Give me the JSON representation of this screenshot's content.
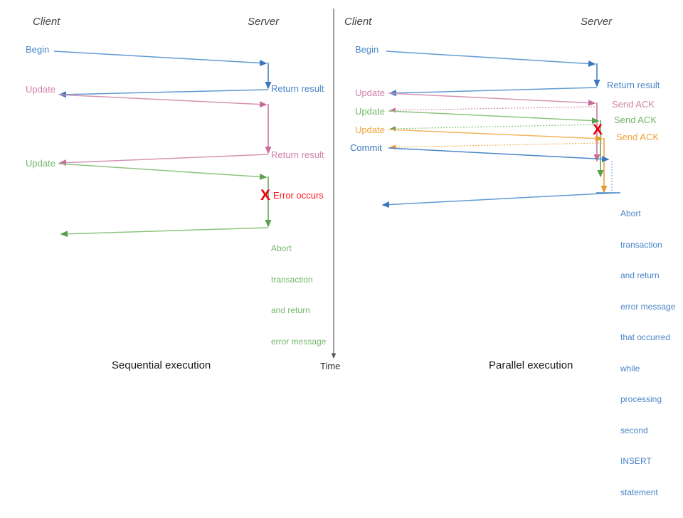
{
  "figure": {
    "type": "sequence-diagram",
    "title_left": "Sequential execution",
    "title_right": "Parallel execution",
    "time_axis_label": "Time",
    "colors": {
      "blue": "#4a86c8",
      "blue_dark": "#3a77bd",
      "pink": "#d181a8",
      "green": "#74b76a",
      "green_dark": "#5a9e4f",
      "orange": "#f0a33c",
      "red": "#e8000d",
      "header_gray": "#444444",
      "axis_gray": "#555555"
    }
  },
  "left_panel": {
    "name": "Sequential execution",
    "actors": {
      "client": "Client",
      "server": "Server"
    },
    "caption": "Sequential execution",
    "messages": [
      {
        "label": "Begin",
        "color_key": "blue",
        "direction": "client-to-server"
      },
      {
        "label": "Return result",
        "color_key": "blue",
        "direction": "server-to-client"
      },
      {
        "label": "Update",
        "color_key": "pink",
        "direction": "client-to-server"
      },
      {
        "label": "Return result",
        "color_key": "pink",
        "direction": "server-to-client"
      },
      {
        "label": "Update",
        "color_key": "green",
        "direction": "client-to-server"
      },
      {
        "label": "Abort transaction and return error message",
        "color_key": "green",
        "direction": "server-to-client"
      }
    ],
    "error": {
      "marker": "X",
      "label": "Error occurs"
    },
    "abort_note_lines": [
      "Abort",
      "transaction",
      "and return",
      "error message"
    ]
  },
  "right_panel": {
    "name": "Parallel execution",
    "actors": {
      "client": "Client",
      "server": "Server"
    },
    "caption": "Parallel execution",
    "messages": [
      {
        "label": "Begin",
        "color_key": "blue",
        "direction": "client-to-server"
      },
      {
        "label": "Return result",
        "color_key": "blue",
        "direction": "server-to-client"
      },
      {
        "label": "Update",
        "color_key": "pink",
        "direction": "client-to-server"
      },
      {
        "label": "Send ACK",
        "color_key": "pink",
        "direction": "server-to-client"
      },
      {
        "label": "Update",
        "color_key": "green",
        "direction": "client-to-server"
      },
      {
        "label": "Send ACK",
        "color_key": "green",
        "direction": "server-to-client"
      },
      {
        "label": "Update",
        "color_key": "orange",
        "direction": "client-to-server"
      },
      {
        "label": "Send ACK",
        "color_key": "orange",
        "direction": "server-to-client"
      },
      {
        "label": "Commit",
        "color_key": "blue",
        "direction": "client-to-server"
      },
      {
        "label": "Abort transaction and return error message that occurred while processing second INSERT statement",
        "color_key": "blue",
        "direction": "server-to-client"
      }
    ],
    "error": {
      "marker": "X",
      "label": ""
    },
    "abort_note_lines": [
      "Abort",
      "transaction",
      "and return",
      "error message",
      "that occurred",
      "while",
      "processing",
      "second",
      "INSERT",
      "statement"
    ]
  }
}
